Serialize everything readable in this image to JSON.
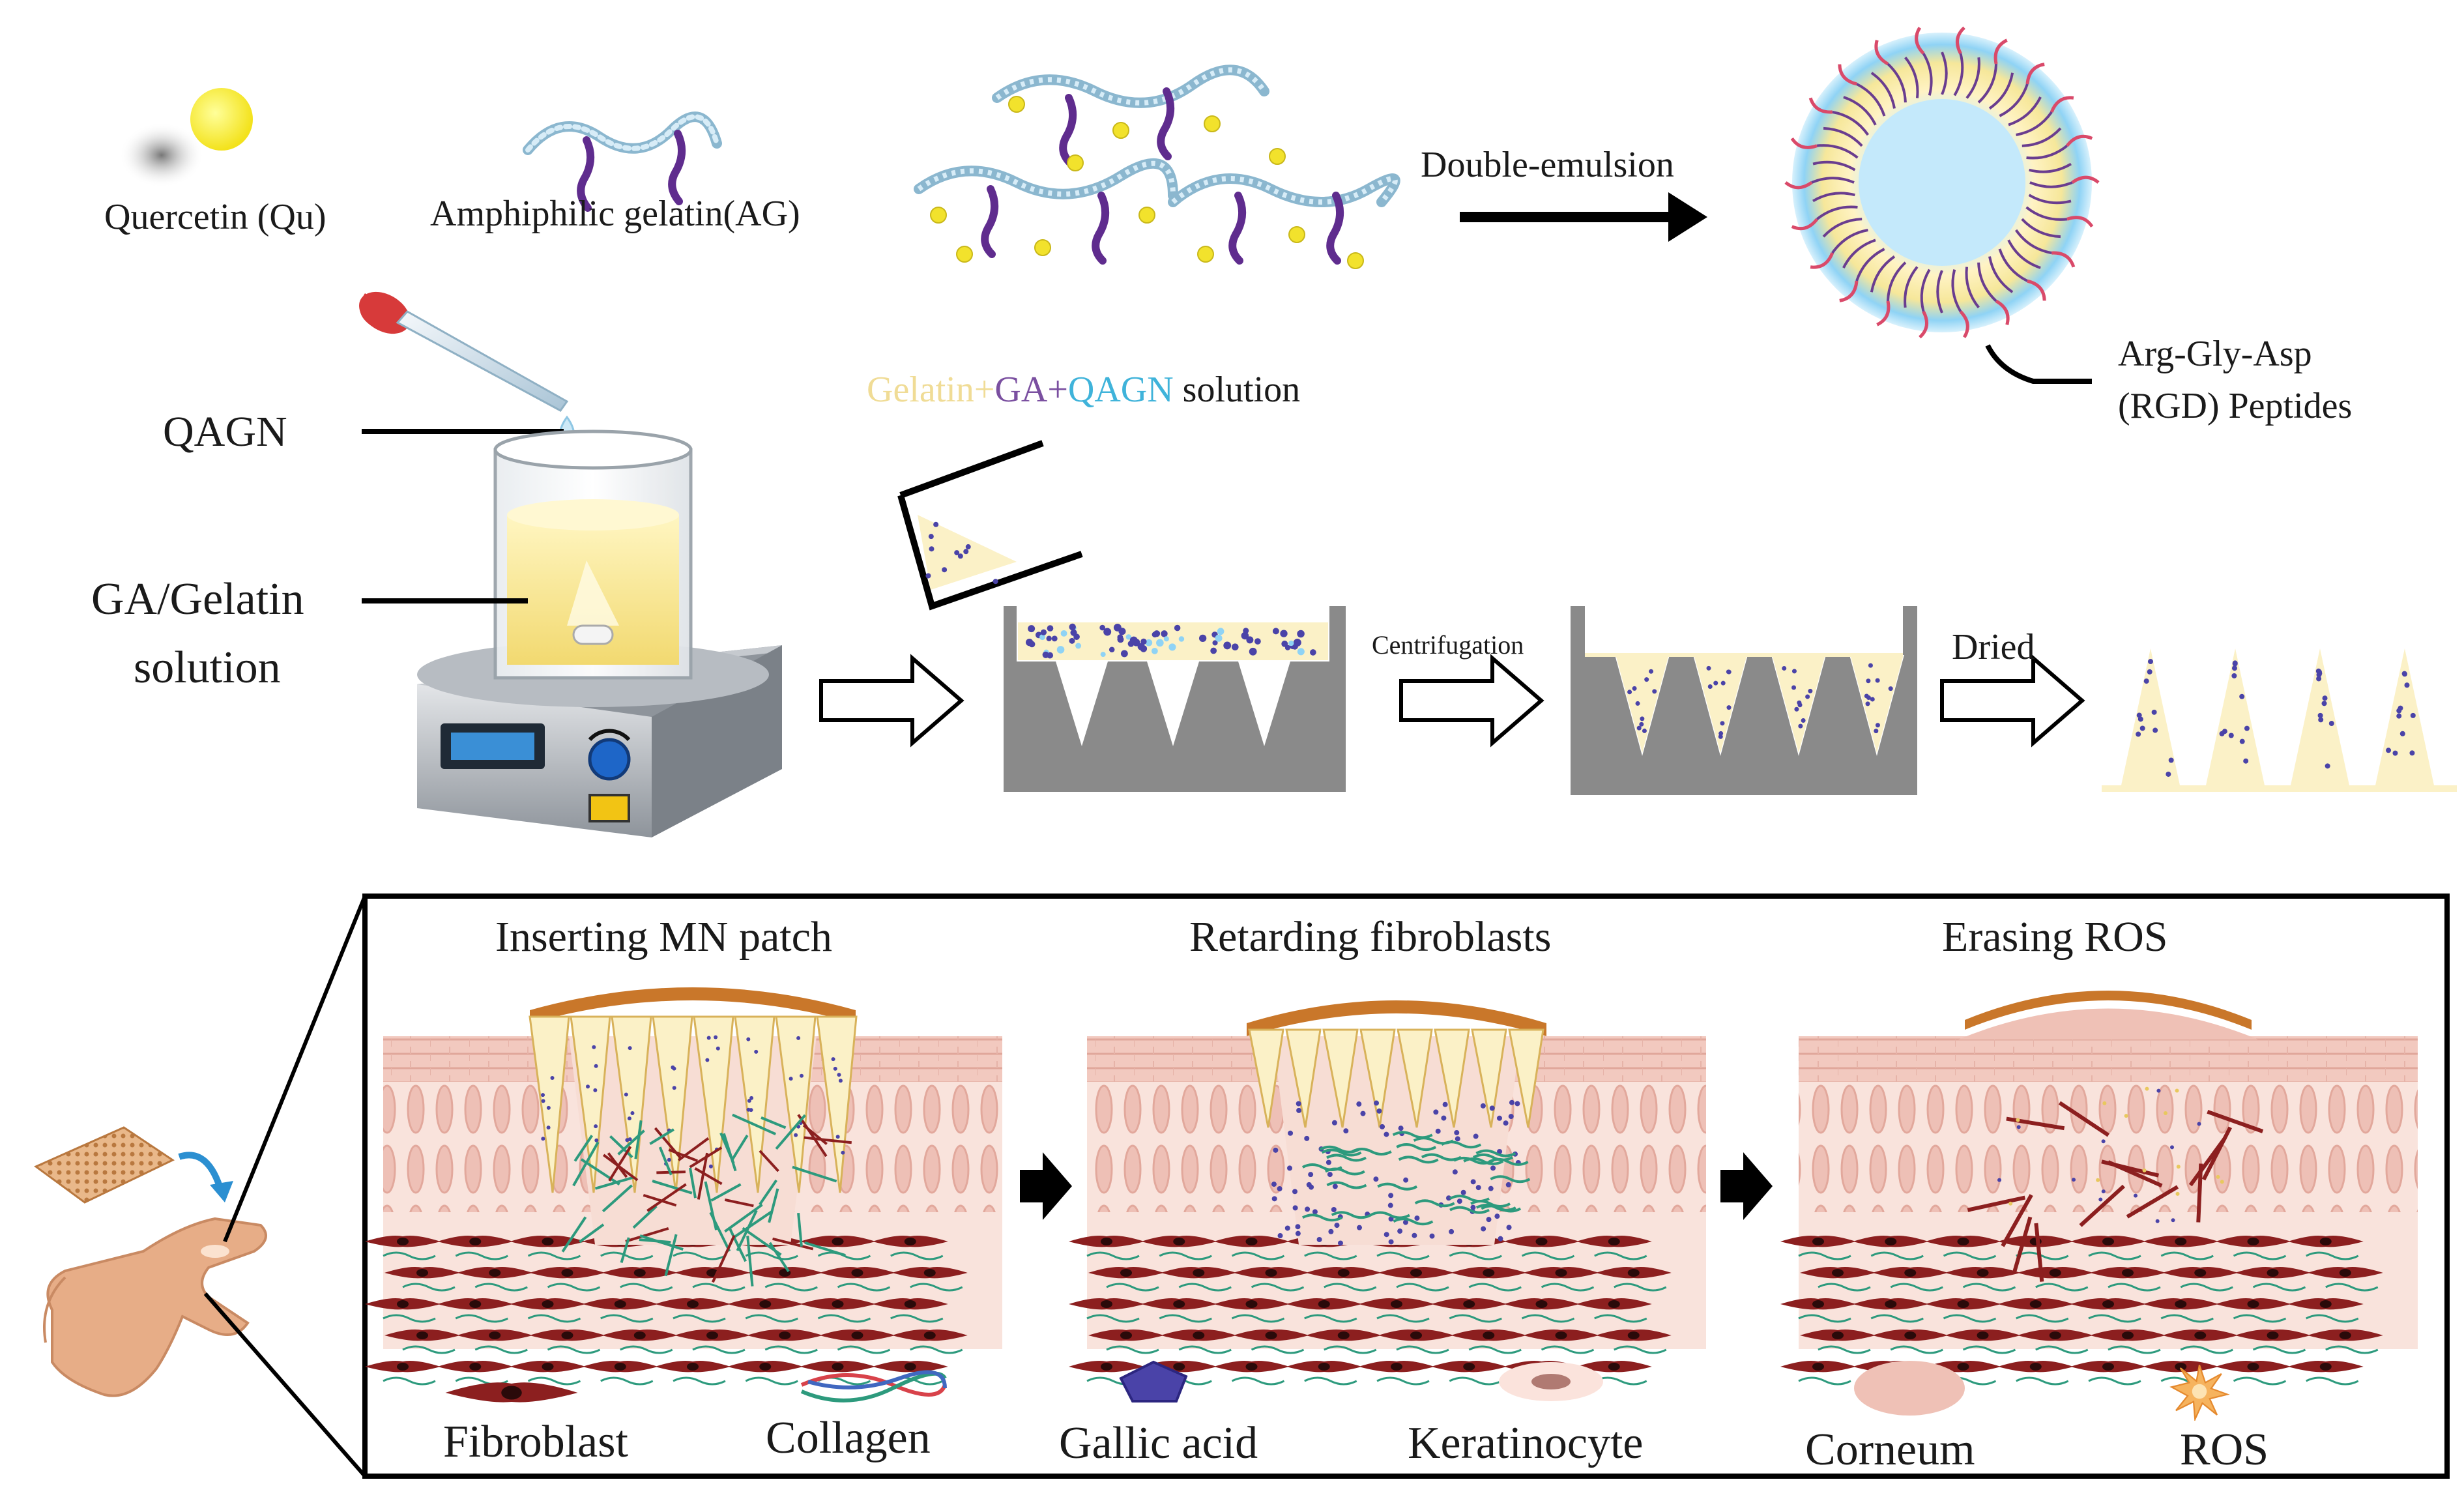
{
  "top": {
    "quercetin": "Quercetin (Qu)",
    "amphiphilic": "Amphiphilic gelatin(AG)",
    "double_emulsion": "Double-emulsion",
    "rgd_line1": "Arg-Gly-Asp",
    "rgd_line2": "(RGD) Peptides"
  },
  "fabrication": {
    "qagn": "QAGN",
    "ga_gelatin_line1": "GA/Gelatin",
    "ga_gelatin_line2": "solution",
    "sol_gelatin": "Gelatin",
    "sol_plus1": "+",
    "sol_ga": "GA",
    "sol_plus2": "+",
    "sol_qagn": "QAGN",
    "sol_solution": " solution",
    "centrifugation": "Centrifugation",
    "dried": "Dried"
  },
  "panels": {
    "inserting": "Inserting MN patch",
    "retarding": "Retarding fibroblasts",
    "erasing": "Erasing ROS"
  },
  "legend": {
    "fibroblast": "Fibroblast",
    "collagen": "Collagen",
    "gallic_acid": "Gallic acid",
    "keratinocyte": "Keratinocyte",
    "corneum": "Corneum",
    "ros": "ROS"
  },
  "colors": {
    "tissue": "#f9e3dc",
    "corneum": "#efc1b6",
    "keratinocyte": "#e7b0a6",
    "fibroblast": "#8c1f1f",
    "patch": "#c9772a",
    "needle": "#fbf1c7",
    "gallic": "#4a43a8",
    "mold": "#8a8a8a",
    "nano_blue": "#a9ddf5"
  },
  "icons": [
    "quercetin-sphere-icon",
    "amphiphilic-chain-icon",
    "nanoparticle-icon",
    "dropper-icon",
    "stirrer-icon",
    "hollow-arrow-icon",
    "hand-icon",
    "patch-icon"
  ]
}
